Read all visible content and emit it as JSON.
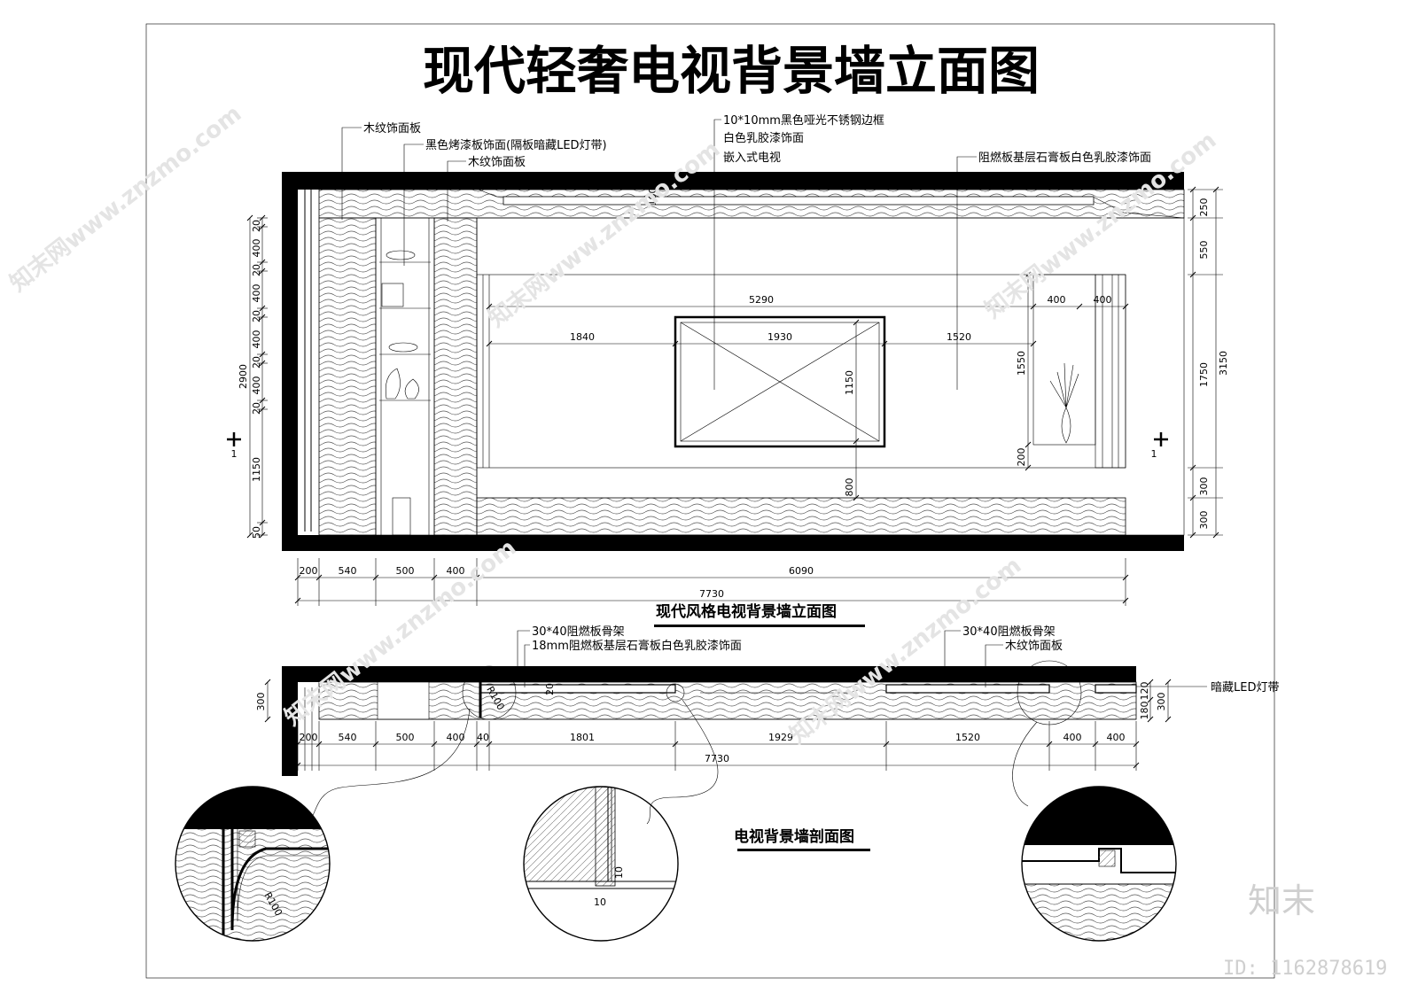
{
  "title": "现代轻奢电视背景墙立面图",
  "elevation_title": "现代风格电视背景墙立面图",
  "section_title": "电视背景墙剖面图",
  "elevation_notes": {
    "wood_panel_1": "木纹饰面板",
    "black_lacquer": "黑色烤漆板饰面(隔板暗藏LED灯带)",
    "wood_panel_2": "木纹饰面板",
    "steel_frame": "10*10mm黑色哑光不锈钢边框",
    "white_latex": "白色乳胶漆饰面",
    "embedded_tv": "嵌入式电视",
    "right_board": "阻燃板基层石膏板白色乳胶漆饰面"
  },
  "section_notes": {
    "frame_left": "30*40阻燃板骨架",
    "gypsum_left": "18mm阻燃板基层石膏板白色乳胶漆饰面",
    "frame_right": "30*40阻燃板骨架",
    "wood_right": "木纹饰面板",
    "hidden_led": "暗藏LED灯带"
  },
  "elevation_dims": {
    "left_column": [
      "20",
      "400",
      "20",
      "400",
      "20",
      "400",
      "20",
      "400",
      "20",
      "1150",
      "50"
    ],
    "left_total": "2900",
    "right_column": [
      "250",
      "550",
      "1750",
      "300",
      "300"
    ],
    "right_total": "3150",
    "bottom_row": [
      "200",
      "540",
      "500",
      "400",
      "6090"
    ],
    "bottom_total": "7730",
    "top_inner": "5290",
    "tv_row": [
      "1840",
      "1930",
      "1520"
    ],
    "tv_height": "1150",
    "tv_bottom": "800",
    "niche_width": [
      "400",
      "400"
    ],
    "niche_height": "1550",
    "niche_bottom": "200",
    "ceiling_mark": "100",
    "section_mark": "1"
  },
  "section_dims": {
    "height": "300",
    "right_stack": [
      "120",
      "180"
    ],
    "right_total": "300",
    "row": [
      "200",
      "540",
      "500",
      "400",
      "40",
      "1801",
      "1929",
      "1520",
      "400",
      "400"
    ],
    "total": "7730",
    "bend_mark": "20",
    "radius": "R100"
  },
  "detail_marks": {
    "radius": "R100",
    "gap_h": "10",
    "gap_w": "10"
  },
  "watermark": {
    "text": "知末网www.znzmo.com",
    "logo": "知末",
    "id": "ID: 1162878619"
  }
}
